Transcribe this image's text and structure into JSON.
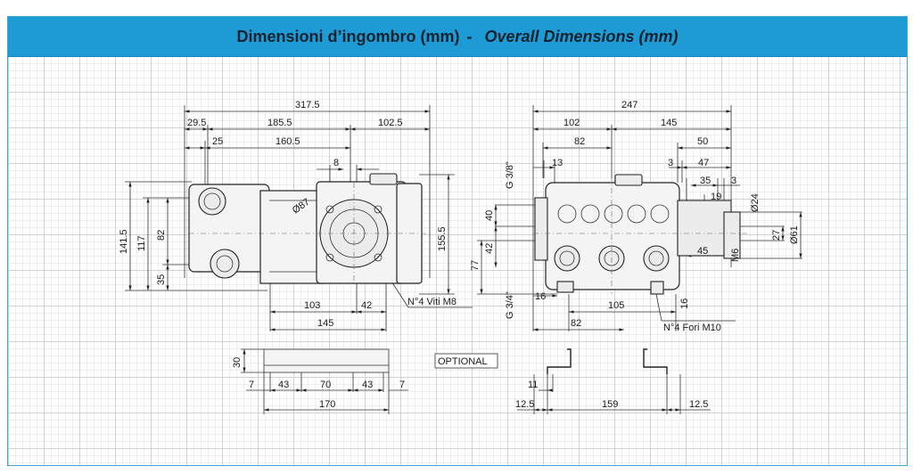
{
  "title": {
    "italian": "Dimensioni d’ingombro (mm)",
    "separator": "-",
    "english": "Overall Dimensions (mm)"
  },
  "colors": {
    "header": "#1e9bd5",
    "frame_border": "#3aa7d8",
    "grid_major": "#cfd3d6",
    "grid_minor": "#eceef0"
  },
  "side_view": {
    "d_317_5": "317.5",
    "d_29_5": "29.5",
    "d_185_5": "185.5",
    "d_102_5": "102.5",
    "d_25": "25",
    "d_160_5": "160.5",
    "d_8": "8",
    "d_141_5": "141.5",
    "d_117": "117",
    "d_82": "82",
    "d_35": "35",
    "d_155_5": "155.5",
    "d_87": "Ø87",
    "d_103": "103",
    "d_42": "42",
    "d_145": "145",
    "callout_screws": "N°4 Viti M8"
  },
  "front_view": {
    "d_247": "247",
    "d_102": "102",
    "d_145": "145",
    "d_82_top": "82",
    "d_50": "50",
    "d_13": "13",
    "d_3_a": "3",
    "d_47": "47",
    "d_35": "35",
    "d_3_b": "3",
    "d_19": "19",
    "d_24": "Ø24",
    "d_27": "27",
    "d_61": "Ø61",
    "d_45": "45",
    "d_m6": "M6",
    "d_g38": "G 3/8\"",
    "d_40": "40",
    "d_42": "42",
    "d_77": "77",
    "d_g34": "G 3/4\"",
    "d_16_a": "16",
    "d_105": "105",
    "d_16_b": "16",
    "d_82_bottom": "82",
    "callout_holes": "N°4 Fori M10"
  },
  "optional_rail": {
    "d_30": "30",
    "d_7_a": "7",
    "d_43_a": "43",
    "d_70": "70",
    "d_43_b": "43",
    "d_7_b": "7",
    "d_170": "170",
    "label": "OPTIONAL"
  },
  "optional_bracket": {
    "d_11": "11",
    "d_12_5_a": "12.5",
    "d_159": "159",
    "d_12_5_b": "12.5"
  }
}
